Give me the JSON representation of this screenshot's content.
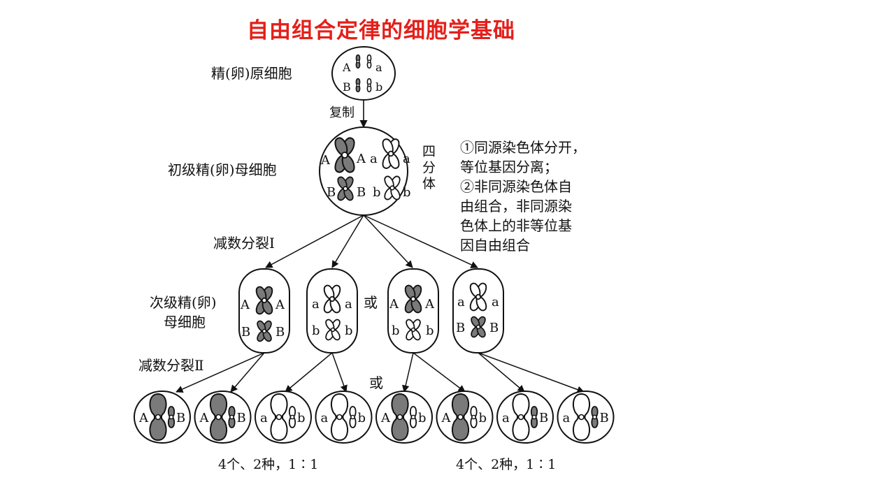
{
  "title": "自由组合定律的细胞学基础",
  "title_color": "#e3201b",
  "stage_labels": {
    "spermatogonium": "精(卵)原细胞",
    "replication": "复制",
    "primary": "初级精(卵)母细胞",
    "tetrad": [
      "四",
      "分",
      "体"
    ],
    "meiosis_1": "减数分裂Ⅰ",
    "secondary": [
      "次级精(卵)",
      "母细胞"
    ],
    "meiosis_2": "减数分裂Ⅱ"
  },
  "note_lines": [
    "①同源染色体分开，",
    "等位基因分离；",
    "②非同源染色体自",
    "由组合，非同源染",
    "色体上的非等位基",
    "因自由组合"
  ],
  "or_label": "或",
  "alleles": {
    "A": "A",
    "a": "a",
    "B": "B",
    "b": "b"
  },
  "gametes": [
    [
      "A",
      "B"
    ],
    [
      "A",
      "B"
    ],
    [
      "a",
      "b"
    ],
    [
      "a",
      "b"
    ],
    [
      "A",
      "b"
    ],
    [
      "A",
      "b"
    ],
    [
      "a",
      "B"
    ],
    [
      "a",
      "B"
    ]
  ],
  "results": [
    "4个、2种，1∶1",
    "4个、2种，1∶1"
  ],
  "colors": {
    "shaded": "#7a7a7a",
    "outline": "#111111",
    "plain": "#ffffff"
  }
}
